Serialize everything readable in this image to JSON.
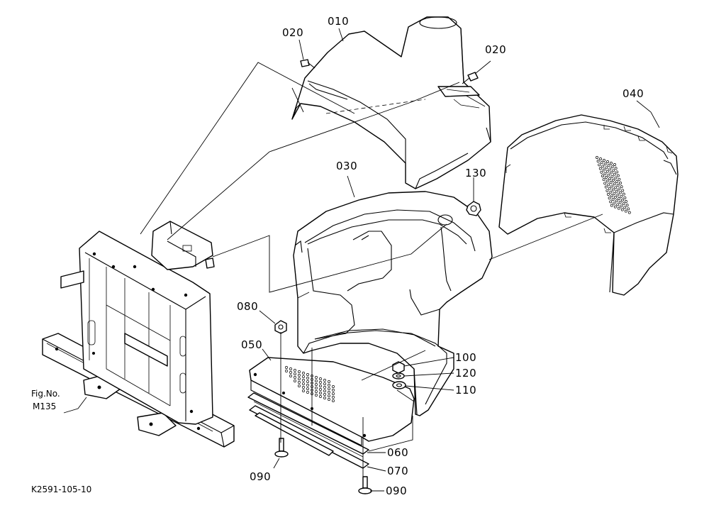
{
  "callouts": [
    {
      "id": "010",
      "text": "010"
    },
    {
      "id": "020-left",
      "text": "020"
    },
    {
      "id": "020-right",
      "text": "020"
    },
    {
      "id": "030",
      "text": "030"
    },
    {
      "id": "040",
      "text": "040"
    },
    {
      "id": "050",
      "text": "050"
    },
    {
      "id": "060",
      "text": "060"
    },
    {
      "id": "070",
      "text": "070"
    },
    {
      "id": "080",
      "text": "080"
    },
    {
      "id": "090-left",
      "text": "090"
    },
    {
      "id": "090-bottom",
      "text": "090"
    },
    {
      "id": "100",
      "text": "100"
    },
    {
      "id": "110",
      "text": "110"
    },
    {
      "id": "120",
      "text": "120"
    },
    {
      "id": "130",
      "text": "130"
    }
  ],
  "fig_ref": {
    "line1": "Fig.No.",
    "line2": "M135"
  },
  "drawing_code": "K2591-105-10",
  "parts": {
    "upper_cover": "010",
    "front_cover": "030",
    "rear_cover": "040",
    "plate": "050"
  }
}
